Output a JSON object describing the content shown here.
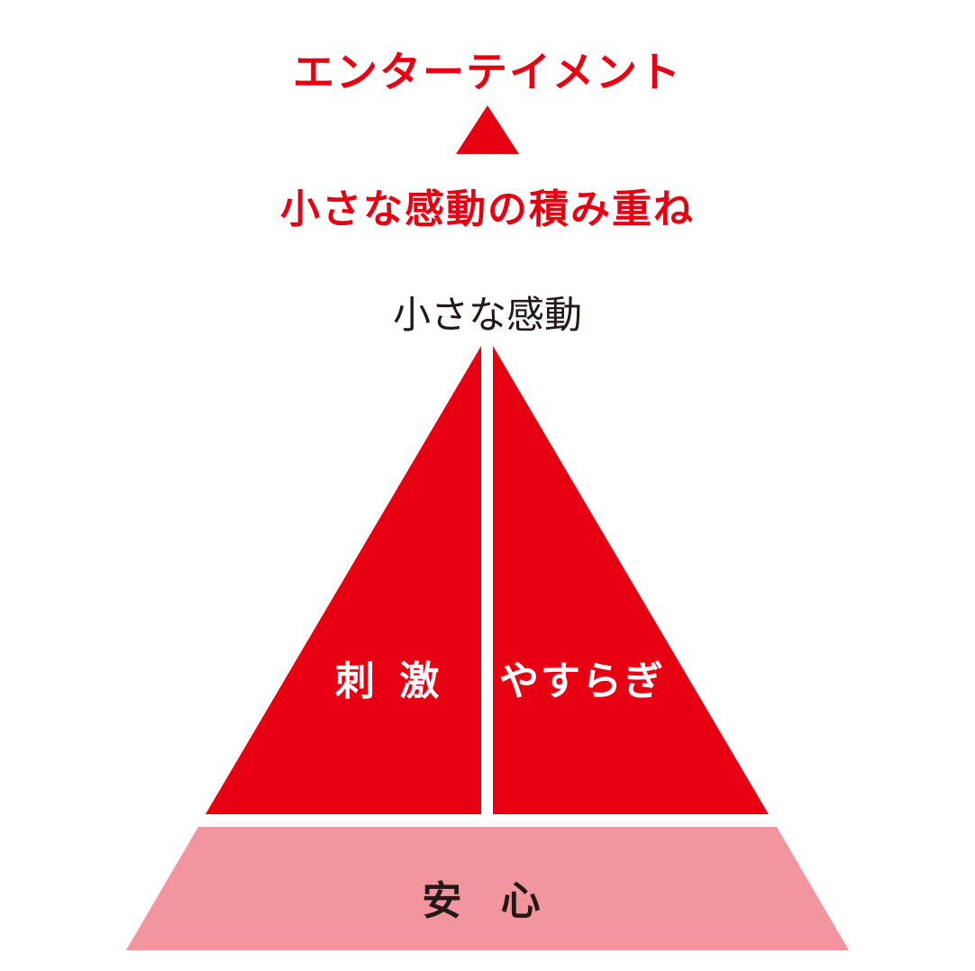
{
  "top_title": "エンターテイメント",
  "sub_title": "小さな感動の積み重ね",
  "apex_label": "小さな感動",
  "segments": {
    "left": "刺 激",
    "right": "やすらぎ",
    "base": "安 心"
  },
  "colors": {
    "accent_red": "#e60012",
    "base_pink": "#f2959e",
    "dark_text": "#231815"
  },
  "icons": {
    "arrow": "up-triangle-icon"
  }
}
